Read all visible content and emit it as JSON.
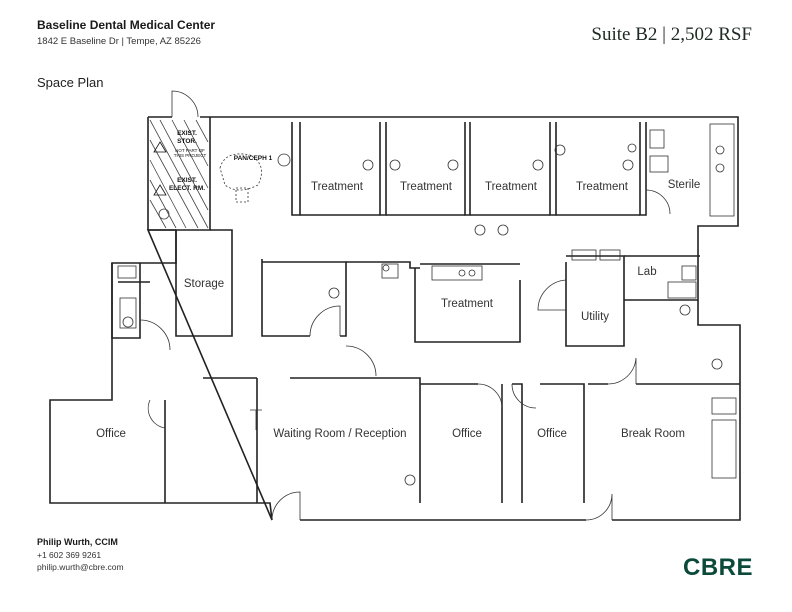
{
  "header": {
    "title": "Baseline Dental Medical Center",
    "address": "1842 E Baseline Dr | Tempe, AZ 85226",
    "suite": "Suite B2 | 2,502 RSF"
  },
  "section_label": "Space Plan",
  "rooms": {
    "pan_ceph": "PAN/CEPH 1",
    "treatment_1": "Treatment",
    "treatment_2": "Treatment",
    "treatment_3": "Treatment",
    "treatment_4": "Treatment",
    "sterile": "Sterile",
    "storage": "Storage",
    "treatment_5": "Treatment",
    "lab": "Lab",
    "utility": "Utility",
    "office_1": "Office",
    "waiting": "Waiting Room /  Reception",
    "office_2": "Office",
    "office_3": "Office",
    "break_room": "Break Room"
  },
  "notes": {
    "exist_stor_1": "EXIST.",
    "exist_stor_2": "STOR.",
    "not_part_1": "NOT PART OF",
    "not_part_2": "THIS PROJECT",
    "exist_elect_1": "EXIST.",
    "exist_elect_2": "ELECT. RM."
  },
  "contact": {
    "name": "Philip Wurth, CCIM",
    "phone": "+1 602 369 9261",
    "email": "philip.wurth@cbre.com"
  },
  "brand": {
    "logo": "CBRE",
    "color": "#0b4a3a"
  }
}
